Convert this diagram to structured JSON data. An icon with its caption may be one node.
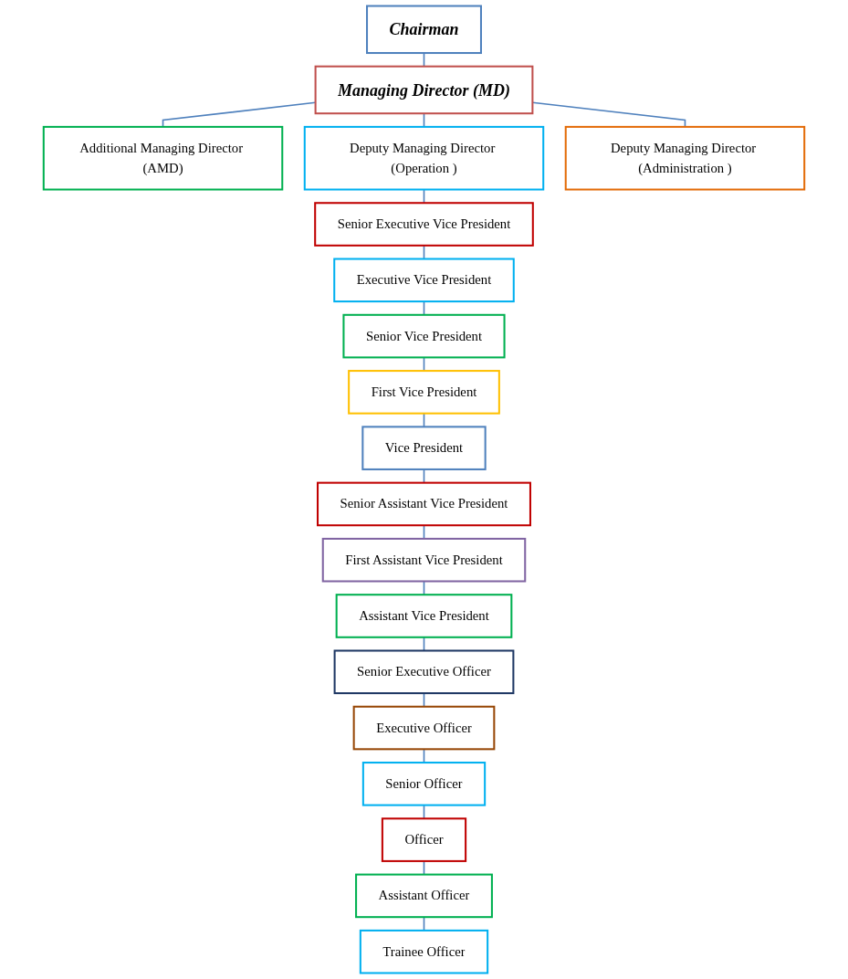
{
  "diagram": {
    "nodes": [
      {
        "text": [
          "Chairman"
        ]
      },
      {
        "text": [
          "Managing Director (MD)"
        ]
      },
      {
        "text": [
          "Additional Managing Director (AMD)"
        ]
      },
      {
        "text": [
          "Deputy Managing Director (Operation )"
        ]
      },
      {
        "text": [
          "Deputy Managing Director (Administration )"
        ]
      },
      {
        "text": [
          "Senior Executive Vice President"
        ]
      },
      {
        "text": [
          "Executive Vice President"
        ]
      },
      {
        "text": [
          "Senior Vice President"
        ]
      },
      {
        "text": [
          "First Vice President"
        ]
      },
      {
        "text": [
          "Vice President"
        ]
      },
      {
        "text": [
          "Senior Assistant Vice President"
        ]
      },
      {
        "text": [
          "First Assistant Vice President"
        ]
      },
      {
        "text": [
          "Assistant Vice President"
        ]
      },
      {
        "text": [
          "Senior Executive Officer"
        ]
      },
      {
        "text": [
          "Executive Officer"
        ]
      },
      {
        "text": [
          "Senior Officer"
        ]
      },
      {
        "text": [
          "Officer"
        ]
      },
      {
        "text": [
          "Assistant Officer"
        ]
      },
      {
        "text": [
          "Trainee Officer"
        ]
      }
    ],
    "edges": [
      {
        "from": 0,
        "to": 1,
        "arrow": "none"
      },
      {
        "from": 1,
        "to": 2,
        "arrow": "none"
      },
      {
        "from": 1,
        "to": 3,
        "arrow": "none"
      },
      {
        "from": 1,
        "to": 4,
        "arrow": "none"
      },
      {
        "from": 3,
        "to": 5,
        "arrow": "none"
      },
      {
        "from": 5,
        "to": 6,
        "arrow": "none"
      },
      {
        "from": 6,
        "to": 7,
        "arrow": "none"
      },
      {
        "from": 7,
        "to": 8,
        "arrow": "none"
      },
      {
        "from": 8,
        "to": 9,
        "arrow": "none"
      },
      {
        "from": 9,
        "to": 10,
        "arrow": "none"
      },
      {
        "from": 10,
        "to": 11,
        "arrow": "none"
      },
      {
        "from": 11,
        "to": 12,
        "arrow": "none"
      },
      {
        "from": 12,
        "to": 13,
        "arrow": "none"
      },
      {
        "from": 13,
        "to": 14,
        "arrow": "none"
      },
      {
        "from": 14,
        "to": 15,
        "arrow": "none"
      },
      {
        "from": 15,
        "to": 16,
        "arrow": "none"
      },
      {
        "from": 16,
        "to": 17,
        "arrow": "none"
      },
      {
        "from": 17,
        "to": 18,
        "arrow": "none"
      }
    ]
  }
}
